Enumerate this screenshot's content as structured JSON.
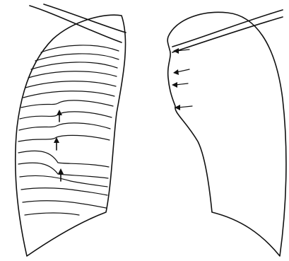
{
  "diagram": {
    "subject": "lung-outline-drawing",
    "colors": {
      "ink": "#111111",
      "background": "#ffffff"
    },
    "left_lung": {
      "icon": "lung-outline-icon",
      "rib_lines_visible": true,
      "arrow_count": 3,
      "arrow_direction": "up"
    },
    "right_lung": {
      "icon": "lung-outline-icon",
      "arrow_count": 4,
      "arrow_direction": "left"
    }
  }
}
